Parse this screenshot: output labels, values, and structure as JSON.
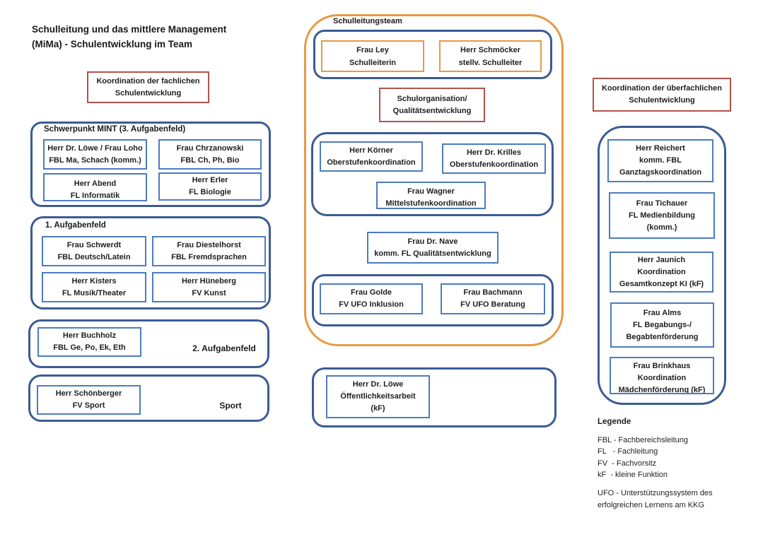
{
  "title": {
    "line1": "Schulleitung und das mittlere Management",
    "line2": "(MiMa) - Schulentwicklung im Team"
  },
  "colors": {
    "orange_border": "#e69a45",
    "dark_blue_border": "#3b5b95",
    "light_blue_border": "#4d7cc0",
    "red_border": "#b4524d",
    "text": "#1f1f1f"
  },
  "left_column": {
    "header": [
      "Koordination der fachlichen",
      "Schulentwicklung"
    ],
    "mint_group": {
      "label": "Schwerpunkt MINT (3. Aufgabenfeld)",
      "boxes": [
        [
          "Herr Dr. Löwe / Frau Loho",
          "FBL Ma, Schach (komm.)"
        ],
        [
          "Frau Chrzanowski",
          "FBL Ch, Ph, Bio"
        ],
        [
          "Herr Abend",
          "FL Informatik"
        ],
        [
          "Herr Erler",
          "FL Biologie"
        ]
      ]
    },
    "feld1_group": {
      "label": "1. Aufgabenfeld",
      "boxes": [
        [
          "Frau Schwerdt",
          "FBL Deutsch/Latein"
        ],
        [
          "Frau Diestelhorst",
          "FBL Fremdsprachen"
        ],
        [
          "Herr Kisters",
          "FL Musik/Theater"
        ],
        [
          "Herr Hüneberg",
          "FV Kunst"
        ]
      ]
    },
    "feld2_group": {
      "label": "2. Aufgabenfeld",
      "box": [
        "Herr Buchholz",
        "FBL Ge, Po, Ek, Eth"
      ]
    },
    "sport_group": {
      "label": "Sport",
      "box": [
        "Herr Schönberger",
        "FV Sport"
      ]
    }
  },
  "center_column": {
    "team_label": "Schulleitungsteam",
    "leader_boxes": [
      [
        "Frau Ley",
        "Schulleiterin"
      ],
      [
        "Herr Schmöcker",
        "stellv. Schulleiter"
      ]
    ],
    "header": [
      "Schulorganisation/",
      "Qualitätsentwicklung"
    ],
    "stufen_boxes": [
      [
        "Herr Körner",
        "Oberstufenkoordination"
      ],
      [
        "Herr Dr. Krilles",
        "Oberstufenkoordination"
      ],
      [
        "Frau Wagner",
        "Mittelstufenkoordination"
      ]
    ],
    "nave_box": [
      "Frau Dr. Nave",
      "komm. FL Qualitätsentwicklung"
    ],
    "ufo_boxes": [
      [
        "Frau Golde",
        "FV UFO Inklusion"
      ],
      [
        "Frau Bachmann",
        "FV UFO Beratung"
      ]
    ],
    "loewe_box": [
      "Herr Dr. Löwe",
      "Öffentlichkeitsarbeit",
      "(kF)"
    ]
  },
  "right_column": {
    "header": [
      "Koordination der überfachlichen",
      "Schulentwicklung"
    ],
    "boxes": [
      [
        "Herr Reichert",
        "komm. FBL",
        "Ganztagskoordination"
      ],
      [
        "Frau Tichauer",
        "FL Medienbildung",
        "(komm.)"
      ],
      [
        "Herr Jaunich",
        "Koordination",
        "Gesamtkonzept KI  (kF)"
      ],
      [
        "Frau Alms",
        "FL Begabungs-/",
        "Begabtenförderung"
      ],
      [
        "Frau Brinkhaus",
        "Koordination",
        "Mädchenförderung (kF)"
      ]
    ]
  },
  "legend": {
    "title": "Legende",
    "items": [
      "FBL - Fachbereichsleitung",
      "FL   - Fachleitung",
      "FV  - Fachvorsitz",
      "kF  - kleine Funktion"
    ],
    "ufo_note": [
      "UFO - Unterstützungssystem des",
      "erfolgreichen Lernens am KKG"
    ]
  }
}
